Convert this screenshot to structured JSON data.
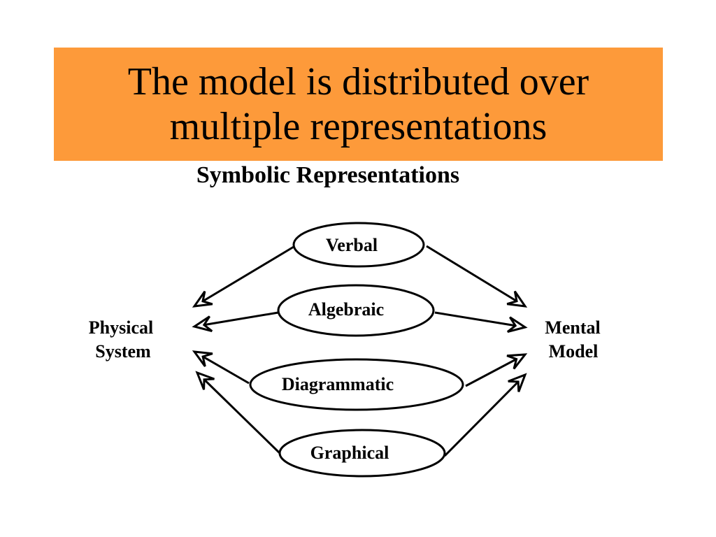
{
  "slide": {
    "title_lines": [
      "The model is distributed over",
      "multiple representations"
    ],
    "subtitle": "Symbolic Representations"
  },
  "diagram": {
    "colors": {
      "title_background": "#fd9a3a",
      "stroke": "#000000",
      "node_fill": "#ffffff"
    },
    "left_endpoint": {
      "lines": [
        "Physical",
        "System"
      ]
    },
    "right_endpoint": {
      "lines": [
        "Mental",
        "Model"
      ]
    },
    "nodes": [
      {
        "id": "verbal",
        "label": "Verbal"
      },
      {
        "id": "algebraic",
        "label": "Algebraic"
      },
      {
        "id": "diagrammatic",
        "label": "Diagrammatic"
      },
      {
        "id": "graphical",
        "label": "Graphical"
      }
    ],
    "edges": [
      {
        "from": "verbal",
        "to": "physical-system"
      },
      {
        "from": "verbal",
        "to": "mental-model"
      },
      {
        "from": "algebraic",
        "to": "physical-system"
      },
      {
        "from": "algebraic",
        "to": "mental-model"
      },
      {
        "from": "diagrammatic",
        "to": "physical-system"
      },
      {
        "from": "diagrammatic",
        "to": "mental-model"
      },
      {
        "from": "graphical",
        "to": "physical-system"
      },
      {
        "from": "graphical",
        "to": "mental-model"
      }
    ]
  }
}
